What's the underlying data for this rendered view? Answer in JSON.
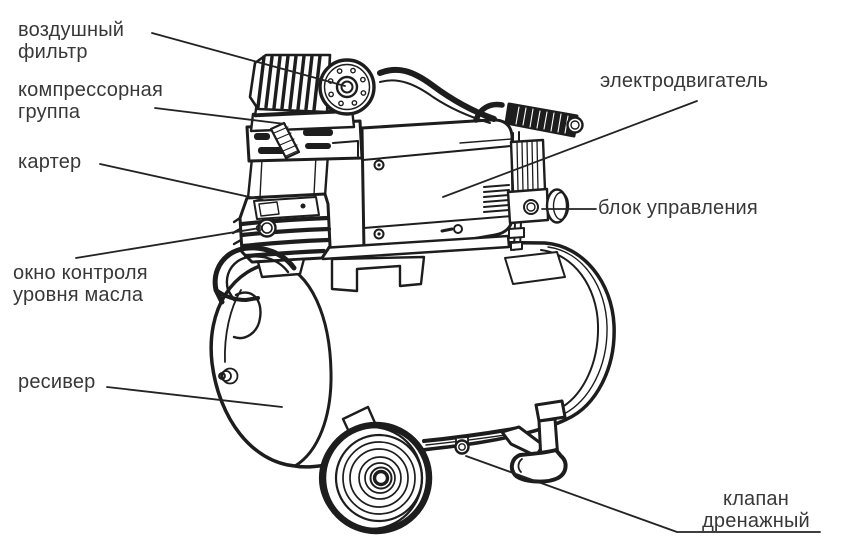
{
  "diagram": {
    "background_color": "#ffffff",
    "line_color": "#1d1d1d",
    "text_color": "#383838",
    "labels": {
      "air_filter": "воздушный\nфильтр",
      "compressor_group": "компрессорная\nгруппа",
      "crankcase": "картер",
      "oil_level_window": "окно контроля\nуровня масла",
      "receiver": "ресивер",
      "electric_motor": "электродвигатель",
      "control_unit": "блок управления",
      "drain_valve": "клапан\nдренажный"
    }
  }
}
